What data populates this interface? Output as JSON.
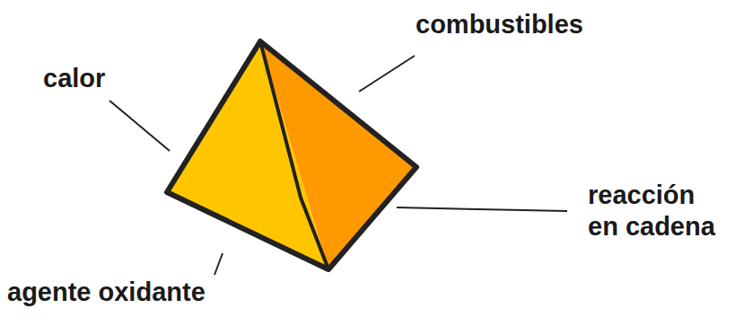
{
  "diagram": {
    "labels": [
      "combustibles",
      "calor",
      "reacción en cadena",
      "agente oxidante"
    ]
  }
}
